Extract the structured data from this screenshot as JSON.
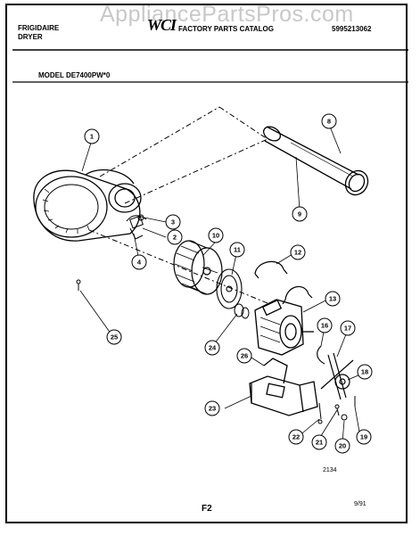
{
  "watermark": "AppliancePartsPros.com",
  "header": {
    "brand_line1": "FRIGIDAIRE",
    "brand_line2": "DRYER",
    "logo": "WCI",
    "catalog_title": "FACTORY PARTS CATALOG",
    "catalog_number": "5995213062",
    "model": "MODEL DE7400PW*0"
  },
  "diagram": {
    "callouts": [
      "1",
      "2",
      "3",
      "4",
      "8",
      "9",
      "10",
      "11",
      "12",
      "13",
      "16",
      "17",
      "18",
      "19",
      "20",
      "21",
      "22",
      "23",
      "24",
      "25",
      "26"
    ],
    "drawing_number": "2134"
  },
  "footer": {
    "page": "F2",
    "date": "9/91"
  }
}
